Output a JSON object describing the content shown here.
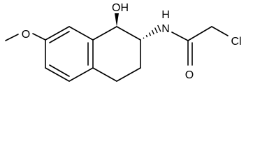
{
  "molecule": {
    "labels": {
      "methoxy_o": "O",
      "hydroxyl": "OH",
      "amide_n": "N",
      "amide_h": "H",
      "carbonyl_o": "O",
      "chlorine": "Cl"
    }
  },
  "colors": {
    "bond": "#000000",
    "text": "#000000",
    "background": "#ffffff"
  }
}
